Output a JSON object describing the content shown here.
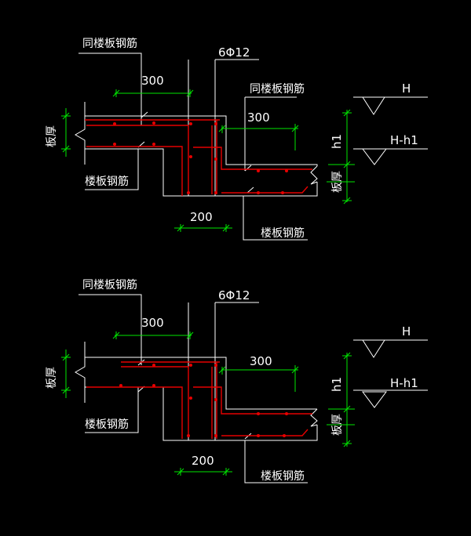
{
  "colors": {
    "background": "#000000",
    "outline": "#ffffff",
    "dimension": "#00e600",
    "rebar": "#e60000"
  },
  "details": [
    {
      "same_slab_rebar": "同楼板钢筋",
      "bar_spec": "6Φ12",
      "dim_top_left": "300",
      "same_slab_rebar_right": "同楼板钢筋",
      "dim_top_right": "300",
      "slab_thickness_left": "板厚",
      "slab_rebar_left": "楼板钢筋",
      "slab_thickness_right": "板厚",
      "dim_bottom": "200",
      "slab_rebar_right": "楼板钢筋",
      "elev_high": "H",
      "elev_low": "H-h1",
      "step_height": "h1"
    },
    {
      "same_slab_rebar": "同楼板钢筋",
      "bar_spec": "6Φ12",
      "dim_top_left": "300",
      "dim_top_right": "300",
      "slab_thickness_left": "板厚",
      "slab_rebar_left": "楼板钢筋",
      "slab_thickness_right": "板厚",
      "dim_bottom": "200",
      "slab_rebar_right": "楼板钢筋",
      "elev_high": "H",
      "elev_low": "H-h1",
      "step_height": "h1"
    }
  ]
}
